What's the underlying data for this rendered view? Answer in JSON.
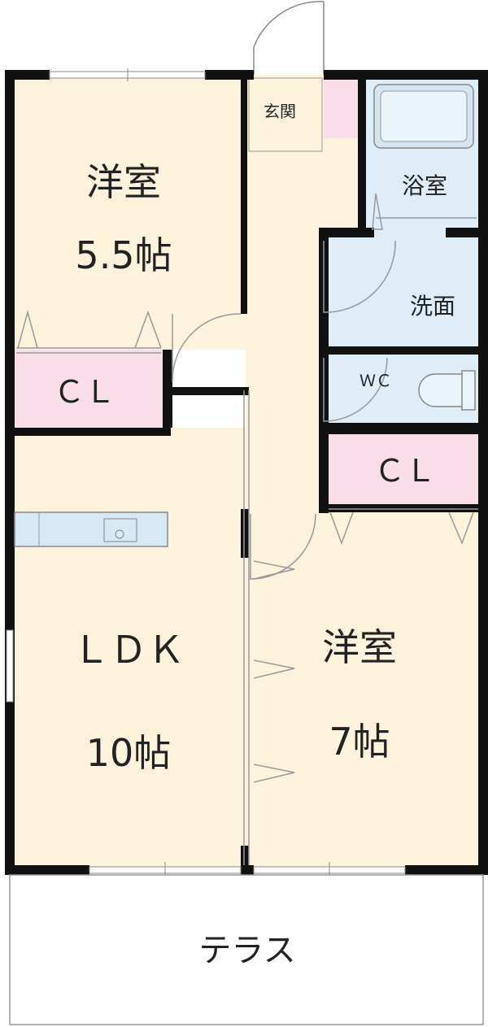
{
  "rooms": {
    "western_room_1": {
      "name": "洋室",
      "size": "5.5帖"
    },
    "closet_1": {
      "name": "ＣＬ"
    },
    "ldk": {
      "name": "ＬＤＫ",
      "size": "10帖"
    },
    "entrance": {
      "name": "玄関"
    },
    "bath": {
      "name": "浴室"
    },
    "washroom": {
      "name": "洗面"
    },
    "toilet": {
      "name": "ＷＣ"
    },
    "closet_2": {
      "name": "ＣＬ"
    },
    "western_room_2": {
      "name": "洋室",
      "size": "7帖"
    },
    "terrace": {
      "name": "テラス"
    }
  },
  "colors": {
    "room_floor": "#fdf2dc",
    "closet": "#f9dde9",
    "wet_area": "#deedf8",
    "wall": "#111111",
    "terrace": "#ffffff"
  }
}
